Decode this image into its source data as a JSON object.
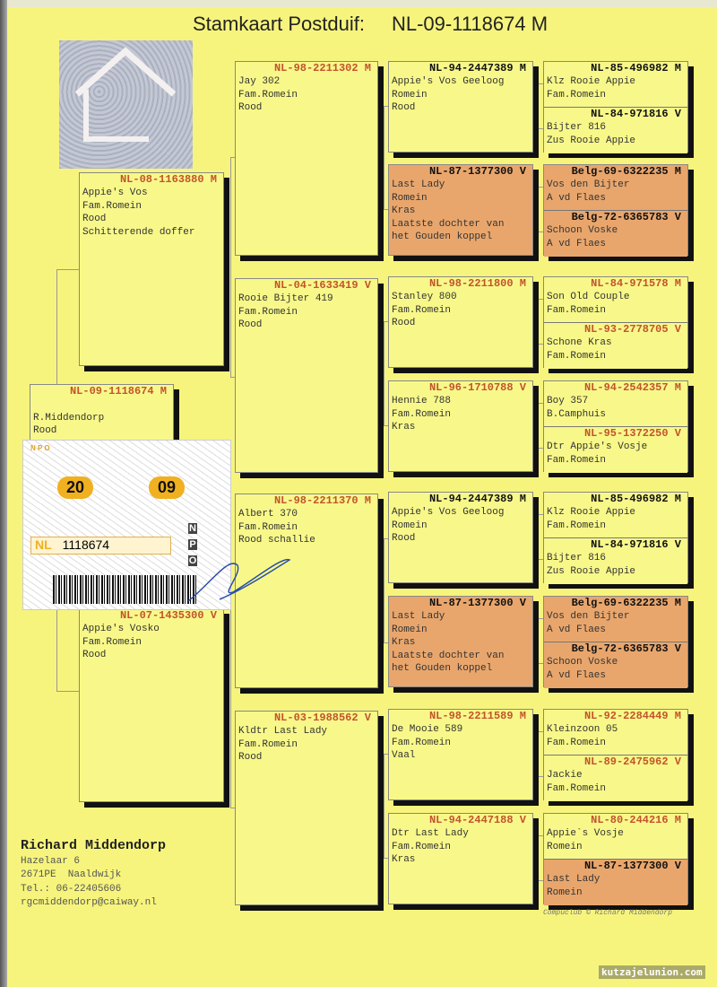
{
  "header": {
    "title": "Stamkaart Postduif:",
    "ring": "NL-09-1118674 M"
  },
  "subject": {
    "ring": "NL-09-1118674 M",
    "lines": [
      "",
      "R.Middendorp",
      "Rood"
    ],
    "header_color": "red"
  },
  "gen1": [
    {
      "ring": "NL-08-1163880 M",
      "lines": [
        "Appie's Vos",
        "Fam.Romein",
        "Rood",
        "Schitterende doffer"
      ],
      "header_color": "red"
    },
    {
      "ring": "NL-07-1435300 V",
      "lines": [
        "Appie's Vosko",
        "Fam.Romein",
        "Rood"
      ],
      "header_color": "red"
    }
  ],
  "gen2": [
    {
      "ring": "NL-98-2211302 M",
      "lines": [
        "Jay 302",
        "Fam.Romein",
        "Rood"
      ],
      "header_color": "red"
    },
    {
      "ring": "NL-04-1633419 V",
      "lines": [
        "Rooie Bijter 419",
        "Fam.Romein",
        "Rood"
      ],
      "header_color": "red"
    },
    {
      "ring": "NL-98-2211370 M",
      "lines": [
        "Albert 370",
        "Fam.Romein",
        "Rood schallie"
      ],
      "header_color": "red"
    },
    {
      "ring": "NL-03-1988562 V",
      "lines": [
        "Kldtr Last Lady",
        "Fam.Romein",
        "Rood"
      ],
      "header_color": "red"
    }
  ],
  "gen3": [
    {
      "ring": "NL-94-2447389 M",
      "lines": [
        "Appie's Vos Geeloog",
        "Romein",
        "Rood"
      ],
      "header_color": "black",
      "highlight": false
    },
    {
      "ring": "NL-87-1377300 V",
      "lines": [
        "Last Lady",
        "Romein",
        "Kras",
        "Laatste dochter van",
        "het Gouden koppel"
      ],
      "header_color": "black",
      "highlight": true
    },
    {
      "ring": "NL-98-2211800 M",
      "lines": [
        "Stanley 800",
        "Fam.Romein",
        "Rood"
      ],
      "header_color": "red",
      "highlight": false
    },
    {
      "ring": "NL-96-1710788 V",
      "lines": [
        "Hennie 788",
        "Fam.Romein",
        "Kras"
      ],
      "header_color": "red",
      "highlight": false
    },
    {
      "ring": "NL-94-2447389 M",
      "lines": [
        "Appie's Vos Geeloog",
        "Romein",
        "Rood"
      ],
      "header_color": "black",
      "highlight": false
    },
    {
      "ring": "NL-87-1377300 V",
      "lines": [
        "Last Lady",
        "Romein",
        "Kras",
        "Laatste dochter van",
        "het Gouden koppel"
      ],
      "header_color": "black",
      "highlight": true
    },
    {
      "ring": "NL-98-2211589 M",
      "lines": [
        "De Mooie 589",
        "Fam.Romein",
        "Vaal"
      ],
      "header_color": "red",
      "highlight": false
    },
    {
      "ring": "NL-94-2447188 V",
      "lines": [
        "Dtr Last Lady",
        "Fam.Romein",
        "Kras"
      ],
      "header_color": "red",
      "highlight": false
    }
  ],
  "gen4": [
    {
      "ring": "NL-85-496982 M",
      "lines": [
        "Klz Rooie Appie",
        "Fam.Romein"
      ],
      "header_color": "black",
      "highlight": false
    },
    {
      "ring": "NL-84-971816 V",
      "lines": [
        "Bijter 816",
        "Zus Rooie Appie"
      ],
      "header_color": "black",
      "highlight": false
    },
    {
      "ring": "Belg-69-6322235 M",
      "lines": [
        "Vos den Bijter",
        "A vd Flaes"
      ],
      "header_color": "black",
      "highlight": true
    },
    {
      "ring": "Belg-72-6365783 V",
      "lines": [
        "Schoon Voske",
        "A vd Flaes"
      ],
      "header_color": "black",
      "highlight": true
    },
    {
      "ring": "NL-84-971578 M",
      "lines": [
        "Son Old Couple",
        "Fam.Romein"
      ],
      "header_color": "red",
      "highlight": false
    },
    {
      "ring": "NL-93-2778705 V",
      "lines": [
        "Schone Kras",
        "Fam.Romein"
      ],
      "header_color": "red",
      "highlight": false
    },
    {
      "ring": "NL-94-2542357 M",
      "lines": [
        "Boy 357",
        "B.Camphuis"
      ],
      "header_color": "red",
      "highlight": false
    },
    {
      "ring": "NL-95-1372250 V",
      "lines": [
        "Dtr Appie's Vosje",
        "Fam.Romein"
      ],
      "header_color": "red",
      "highlight": false
    },
    {
      "ring": "NL-85-496982 M",
      "lines": [
        "Klz Rooie Appie",
        "Fam.Romein"
      ],
      "header_color": "black",
      "highlight": false
    },
    {
      "ring": "NL-84-971816 V",
      "lines": [
        "Bijter 816",
        "Zus Rooie Appie"
      ],
      "header_color": "black",
      "highlight": false
    },
    {
      "ring": "Belg-69-6322235 M",
      "lines": [
        "Vos den Bijter",
        "A vd Flaes"
      ],
      "header_color": "black",
      "highlight": true
    },
    {
      "ring": "Belg-72-6365783 V",
      "lines": [
        "Schoon Voske",
        "A vd Flaes"
      ],
      "header_color": "black",
      "highlight": true
    },
    {
      "ring": "NL-92-2284449 M",
      "lines": [
        "Kleinzoon 05",
        "Fam.Romein"
      ],
      "header_color": "red",
      "highlight": false
    },
    {
      "ring": "NL-89-2475962 V",
      "lines": [
        "Jackie",
        "Fam.Romein"
      ],
      "header_color": "red",
      "highlight": false
    },
    {
      "ring": "NL-80-244216 M",
      "lines": [
        "Appie`s Vosje",
        "Romein"
      ],
      "header_color": "red",
      "highlight": false
    },
    {
      "ring": "NL-87-1377300 V",
      "lines": [
        "Last Lady",
        "Romein"
      ],
      "header_color": "black",
      "highlight": true
    }
  ],
  "sticker": {
    "year_left": "20",
    "year_right": "09",
    "country": "NL",
    "number": "1118674",
    "letters": [
      "N",
      "P",
      "O"
    ]
  },
  "owner": {
    "name": "Richard Middendorp",
    "address": "Hazelaar 6",
    "city": "2671PE  Naaldwijk",
    "phone": "Tel.: 06-22405606",
    "email": "rgcmiddendorp@caiway.nl"
  },
  "credit": "Compuclub © Richard Middendorp",
  "watermark": "kutzajelunion.com",
  "colors": {
    "paper": "#f6f47c",
    "box": "#f8f88a",
    "highlight": "#e9a66c",
    "ring_red": "#c2542c"
  }
}
